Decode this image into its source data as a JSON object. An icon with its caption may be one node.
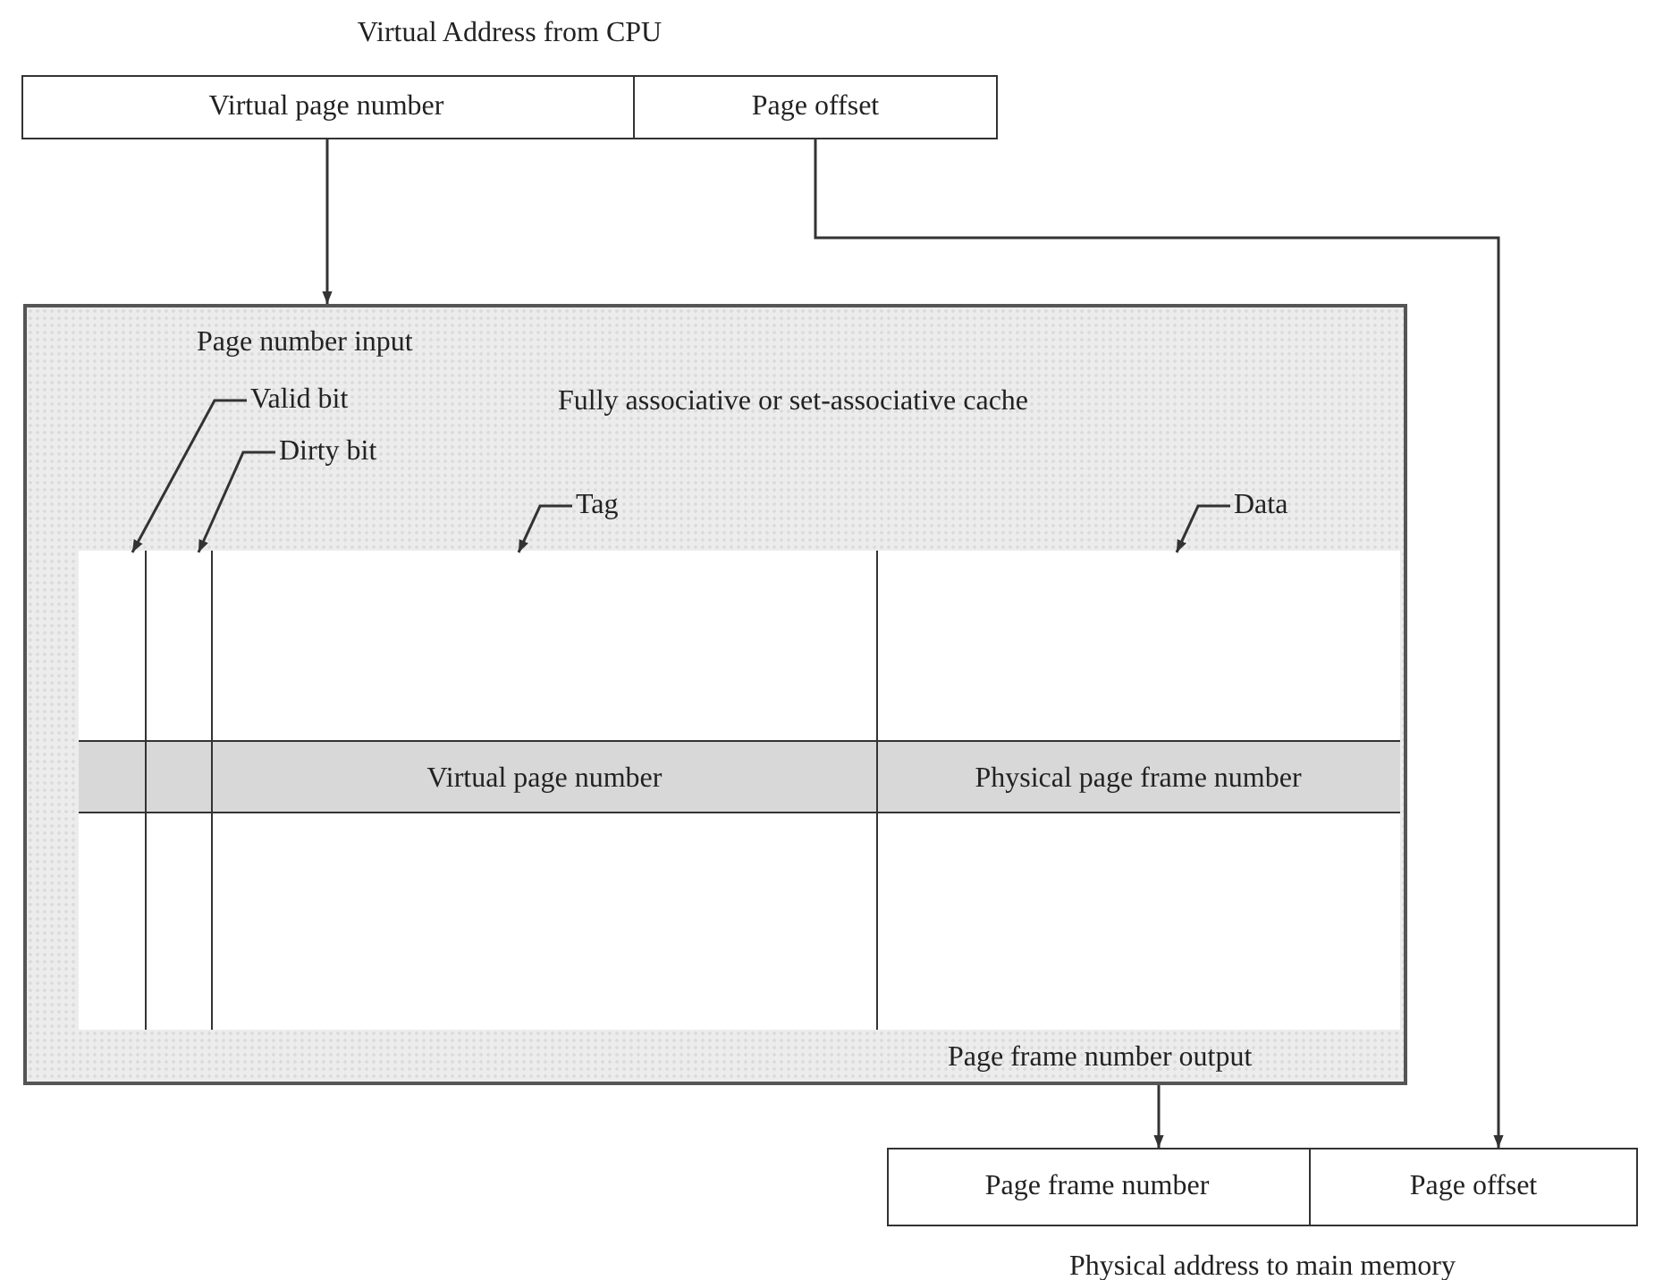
{
  "diagram": {
    "nodes": [
      {
        "text": [
          "Virtual Address from CPU"
        ]
      },
      {
        "text": [
          "Virtual page number"
        ],
        "in": 0
      },
      {
        "text": [
          "Page offset"
        ],
        "in": 0
      },
      {
        "text": [
          "Page number input",
          "Fully associative or set-associative cache",
          "Page frame number output"
        ]
      },
      {
        "text": [
          "Valid bit"
        ],
        "in": 3
      },
      {
        "text": [
          "Dirty bit"
        ],
        "in": 3
      },
      {
        "text": [
          "Tag"
        ],
        "in": 3
      },
      {
        "text": [
          "Data"
        ],
        "in": 3
      },
      {
        "text": [],
        "shape": "box",
        "in": 3
      },
      {
        "text": [],
        "shape": "box",
        "in": 8
      },
      {
        "text": [],
        "shape": "box",
        "in": 8
      },
      {
        "text": [],
        "shape": "box",
        "in": 8
      },
      {
        "text": [],
        "shape": "box",
        "in": 8
      },
      {
        "text": [
          "Virtual page number"
        ],
        "in": 11
      },
      {
        "text": [
          "Physical page frame number"
        ],
        "in": 12
      },
      {
        "text": [
          "Physical address to main memory"
        ]
      },
      {
        "text": [
          "Page frame number"
        ],
        "in": 15
      },
      {
        "text": [
          "Page offset"
        ],
        "in": 15
      }
    ],
    "edges": [
      {
        "from": 1,
        "to": 3,
        "arrow": "to"
      },
      {
        "from": 2,
        "to": 17,
        "arrow": "to"
      },
      {
        "from": 3,
        "to": 16,
        "arrow": "to"
      },
      {
        "from": 4,
        "to": 9,
        "arrow": "to"
      },
      {
        "from": 5,
        "to": 10,
        "arrow": "to"
      },
      {
        "from": 6,
        "to": 11,
        "arrow": "to"
      },
      {
        "from": 7,
        "to": 12,
        "arrow": "to"
      }
    ]
  }
}
